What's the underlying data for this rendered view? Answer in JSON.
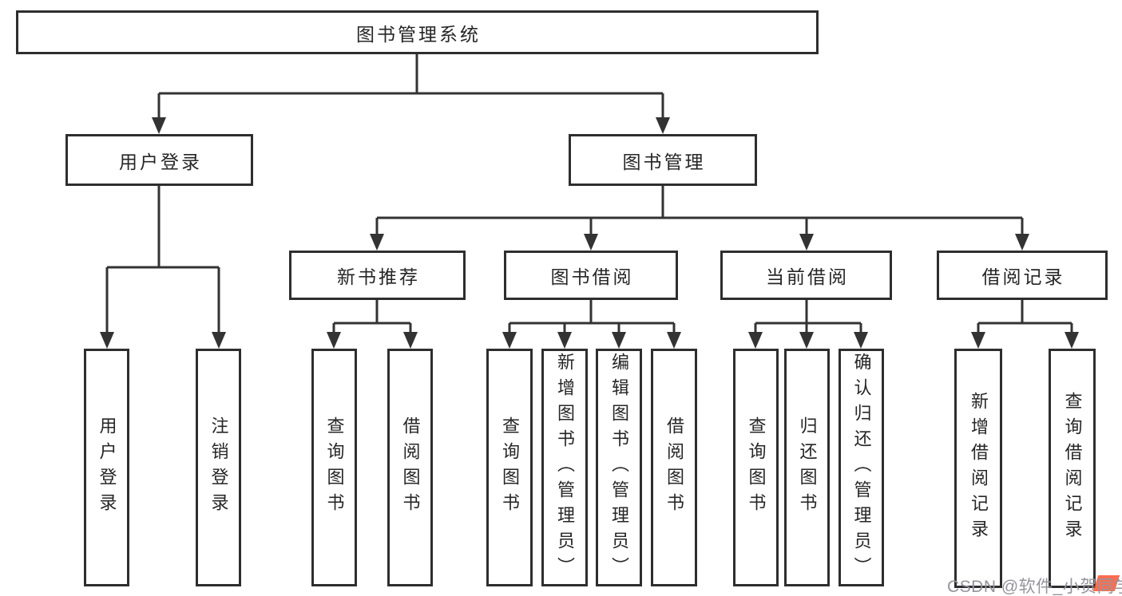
{
  "tree": {
    "root": "图书管理系统",
    "branches": [
      {
        "label": "用户登录",
        "leaves": [
          "用户登录",
          "注销登录"
        ]
      },
      {
        "label": "图书管理",
        "groups": [
          {
            "label": "新书推荐",
            "leaves": [
              "查询图书",
              "借阅图书"
            ]
          },
          {
            "label": "图书借阅",
            "leaves": [
              "查询图书",
              "新增图书（管理员）",
              "编辑图书（管理员）",
              "借阅图书"
            ]
          },
          {
            "label": "当前借阅",
            "leaves": [
              "查询图书",
              "归还图书",
              "确认归还（管理员）"
            ]
          },
          {
            "label": "借阅记录",
            "leaves": [
              "新增借阅记录",
              "查询借阅记录"
            ]
          }
        ]
      }
    ]
  },
  "watermark": {
    "text": "CSDN @软件_小贺同学",
    "color": "#94949c",
    "accent_color": "#fc5531"
  },
  "colors": {
    "line": "#333333",
    "box_border": "#2e2e2e",
    "box_fill": "#ffffff",
    "text": "#262626",
    "background": "#ffffff"
  }
}
